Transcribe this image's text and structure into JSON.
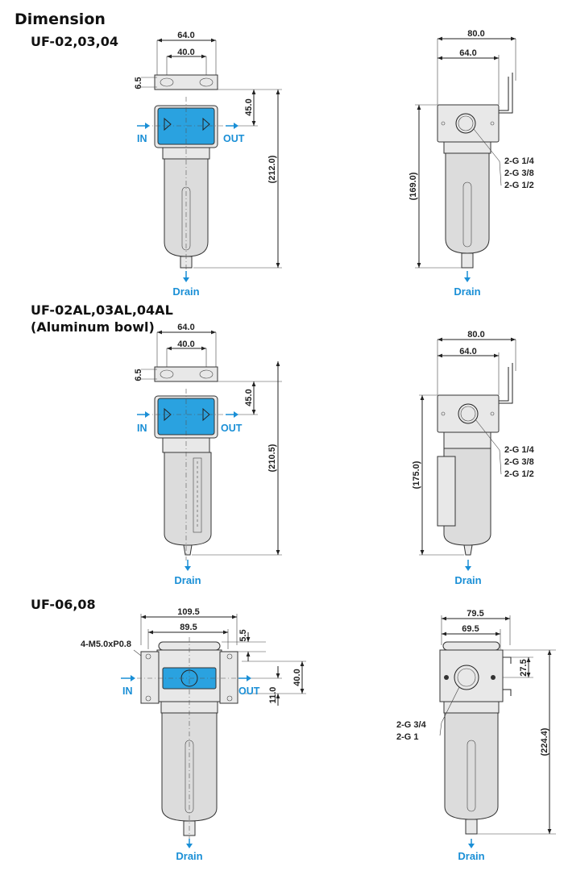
{
  "title": "Dimension",
  "sections": [
    {
      "label_lines": [
        "UF-02,03,04"
      ],
      "front": {
        "width_outer": "64.0",
        "width_inner": "40.0",
        "mount_offset": "6.5",
        "port_height": "45.0",
        "total_height": "(212.0)",
        "in": "IN",
        "out": "OUT",
        "drain": "Drain"
      },
      "side": {
        "width_outer": "80.0",
        "width_inner": "64.0",
        "height": "(169.0)",
        "threads": [
          "2-G 1/4",
          "2-G 3/8",
          "2-G 1/2"
        ],
        "drain": "Drain"
      }
    },
    {
      "label_lines": [
        "UF-02AL,03AL,04AL",
        "(Aluminum bowl)"
      ],
      "front": {
        "width_outer": "64.0",
        "width_inner": "40.0",
        "mount_offset": "6.5",
        "port_height": "45.0",
        "total_height": "(210.5)",
        "in": "IN",
        "out": "OUT",
        "drain": "Drain"
      },
      "side": {
        "width_outer": "80.0",
        "width_inner": "64.0",
        "height": "(175.0)",
        "threads": [
          "2-G 1/4",
          "2-G 3/8",
          "2-G 1/2"
        ],
        "drain": "Drain"
      }
    },
    {
      "label_lines": [
        "UF-06,08"
      ],
      "front": {
        "width_outer": "109.5",
        "width_inner": "89.5",
        "screw_note": "4-M5.0xP0.8",
        "mount_offset": "5.5",
        "port_height": "40.0",
        "port_offset": "11.0",
        "in": "IN",
        "out": "OUT",
        "drain": "Drain"
      },
      "side": {
        "width_outer": "79.5",
        "width_inner": "69.5",
        "port_offset": "27.5",
        "height": "(224.4)",
        "threads": [
          "2-G 3/4",
          "2-G 1"
        ],
        "drain": "Drain"
      }
    }
  ]
}
